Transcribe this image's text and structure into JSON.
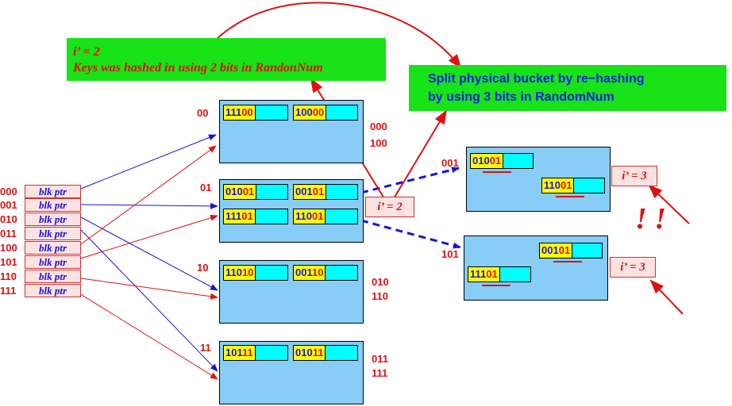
{
  "notes": {
    "left_line1": "i’ = 2",
    "left_line2": "Keys was hashed in using 2 bits in RandonNum",
    "right_line1": "Split physical bucket by re−hashing",
    "right_line2": "by using 3 bits in RandomNum"
  },
  "directory": [
    {
      "bits": "000",
      "ptr": "blk ptr"
    },
    {
      "bits": "001",
      "ptr": "blk ptr"
    },
    {
      "bits": "010",
      "ptr": "blk ptr"
    },
    {
      "bits": "011",
      "ptr": "blk ptr"
    },
    {
      "bits": "100",
      "ptr": "blk ptr"
    },
    {
      "bits": "101",
      "ptr": "blk ptr"
    },
    {
      "bits": "110",
      "ptr": "blk ptr"
    },
    {
      "bits": "111",
      "ptr": "blk ptr"
    }
  ],
  "buckets": {
    "b00": {
      "label": "00",
      "dirs": [
        "000",
        "100"
      ],
      "keys": [
        [
          "111",
          "00"
        ],
        [
          "100",
          "00"
        ]
      ]
    },
    "b01": {
      "label": "01",
      "keys": [
        [
          "010",
          "01"
        ],
        [
          "001",
          "01"
        ],
        [
          "111",
          "01"
        ],
        [
          "110",
          "01"
        ]
      ],
      "local_depth": "i’ = 2"
    },
    "b10": {
      "label": "10",
      "dirs": [
        "010",
        "110"
      ],
      "keys": [
        [
          "110",
          "10"
        ],
        [
          "001",
          "10"
        ]
      ]
    },
    "b11": {
      "label": "11",
      "dirs": [
        "011",
        "111"
      ],
      "keys": [
        [
          "101",
          "11"
        ],
        [
          "010",
          "11"
        ]
      ]
    },
    "s001": {
      "label": "001",
      "keys": [
        [
          "010",
          "01"
        ],
        [
          "110",
          "01"
        ]
      ],
      "local_depth": "i’ = 3"
    },
    "s101": {
      "label": "101",
      "keys": [
        [
          "001",
          "01"
        ],
        [
          "111",
          "01"
        ]
      ],
      "local_depth": "i’ = 3"
    }
  },
  "exclaim": "! !",
  "colors": {
    "red": "#dd1111",
    "blue": "#1b12d8",
    "green": "#17e317",
    "bucket": "#87cdf7",
    "yellow": "#ffff00",
    "cyan": "#00ffff"
  }
}
